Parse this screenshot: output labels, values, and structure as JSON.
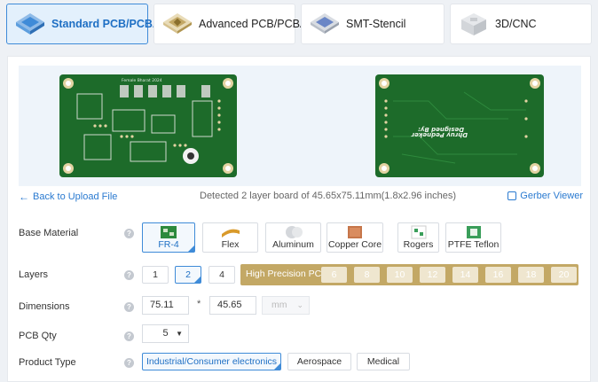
{
  "tabs": [
    {
      "label": "Standard PCB/PCBA",
      "active": true
    },
    {
      "label": "Advanced PCB/PCBA",
      "active": false
    },
    {
      "label": "SMT-Stencil",
      "active": false
    },
    {
      "label": "3D/CNC",
      "active": false
    }
  ],
  "preview": {
    "top_board_text": "Female Bharat 2024",
    "bottom_board_text_1": "Designed By:",
    "bottom_board_text_2": "Dhruv Pedneker",
    "board_color": "#1d6b2a"
  },
  "links": {
    "back": "Back to Upload File",
    "detected": "Detected 2 layer board of 45.65x75.11mm(1.8x2.96 inches)",
    "gerber": "Gerber Viewer"
  },
  "form": {
    "base_material": {
      "label": "Base Material",
      "options": [
        "FR-4",
        "Flex",
        "Aluminum",
        "Copper Core",
        "Rogers",
        "PTFE Teflon"
      ],
      "selected": "FR-4"
    },
    "layers": {
      "label": "Layers",
      "options": [
        "1",
        "2",
        "4"
      ],
      "selected": "2",
      "high_precision_label": "High Precision PCB",
      "high_precision_options": [
        "6",
        "8",
        "10",
        "12",
        "14",
        "16",
        "18",
        "20"
      ]
    },
    "dimensions": {
      "label": "Dimensions",
      "length": "75.11",
      "width": "45.65",
      "separator": "*",
      "unit": "mm"
    },
    "qty": {
      "label": "PCB Qty",
      "value": "5"
    },
    "product_type": {
      "label": "Product Type",
      "options": [
        "Industrial/Consumer electronics",
        "Aerospace",
        "Medical"
      ],
      "selected": "Industrial/Consumer electronics"
    },
    "help_glyph": "?"
  },
  "colors": {
    "accent": "#3f8bd8",
    "link": "#2a7ad0",
    "gold": "#c3a865"
  }
}
